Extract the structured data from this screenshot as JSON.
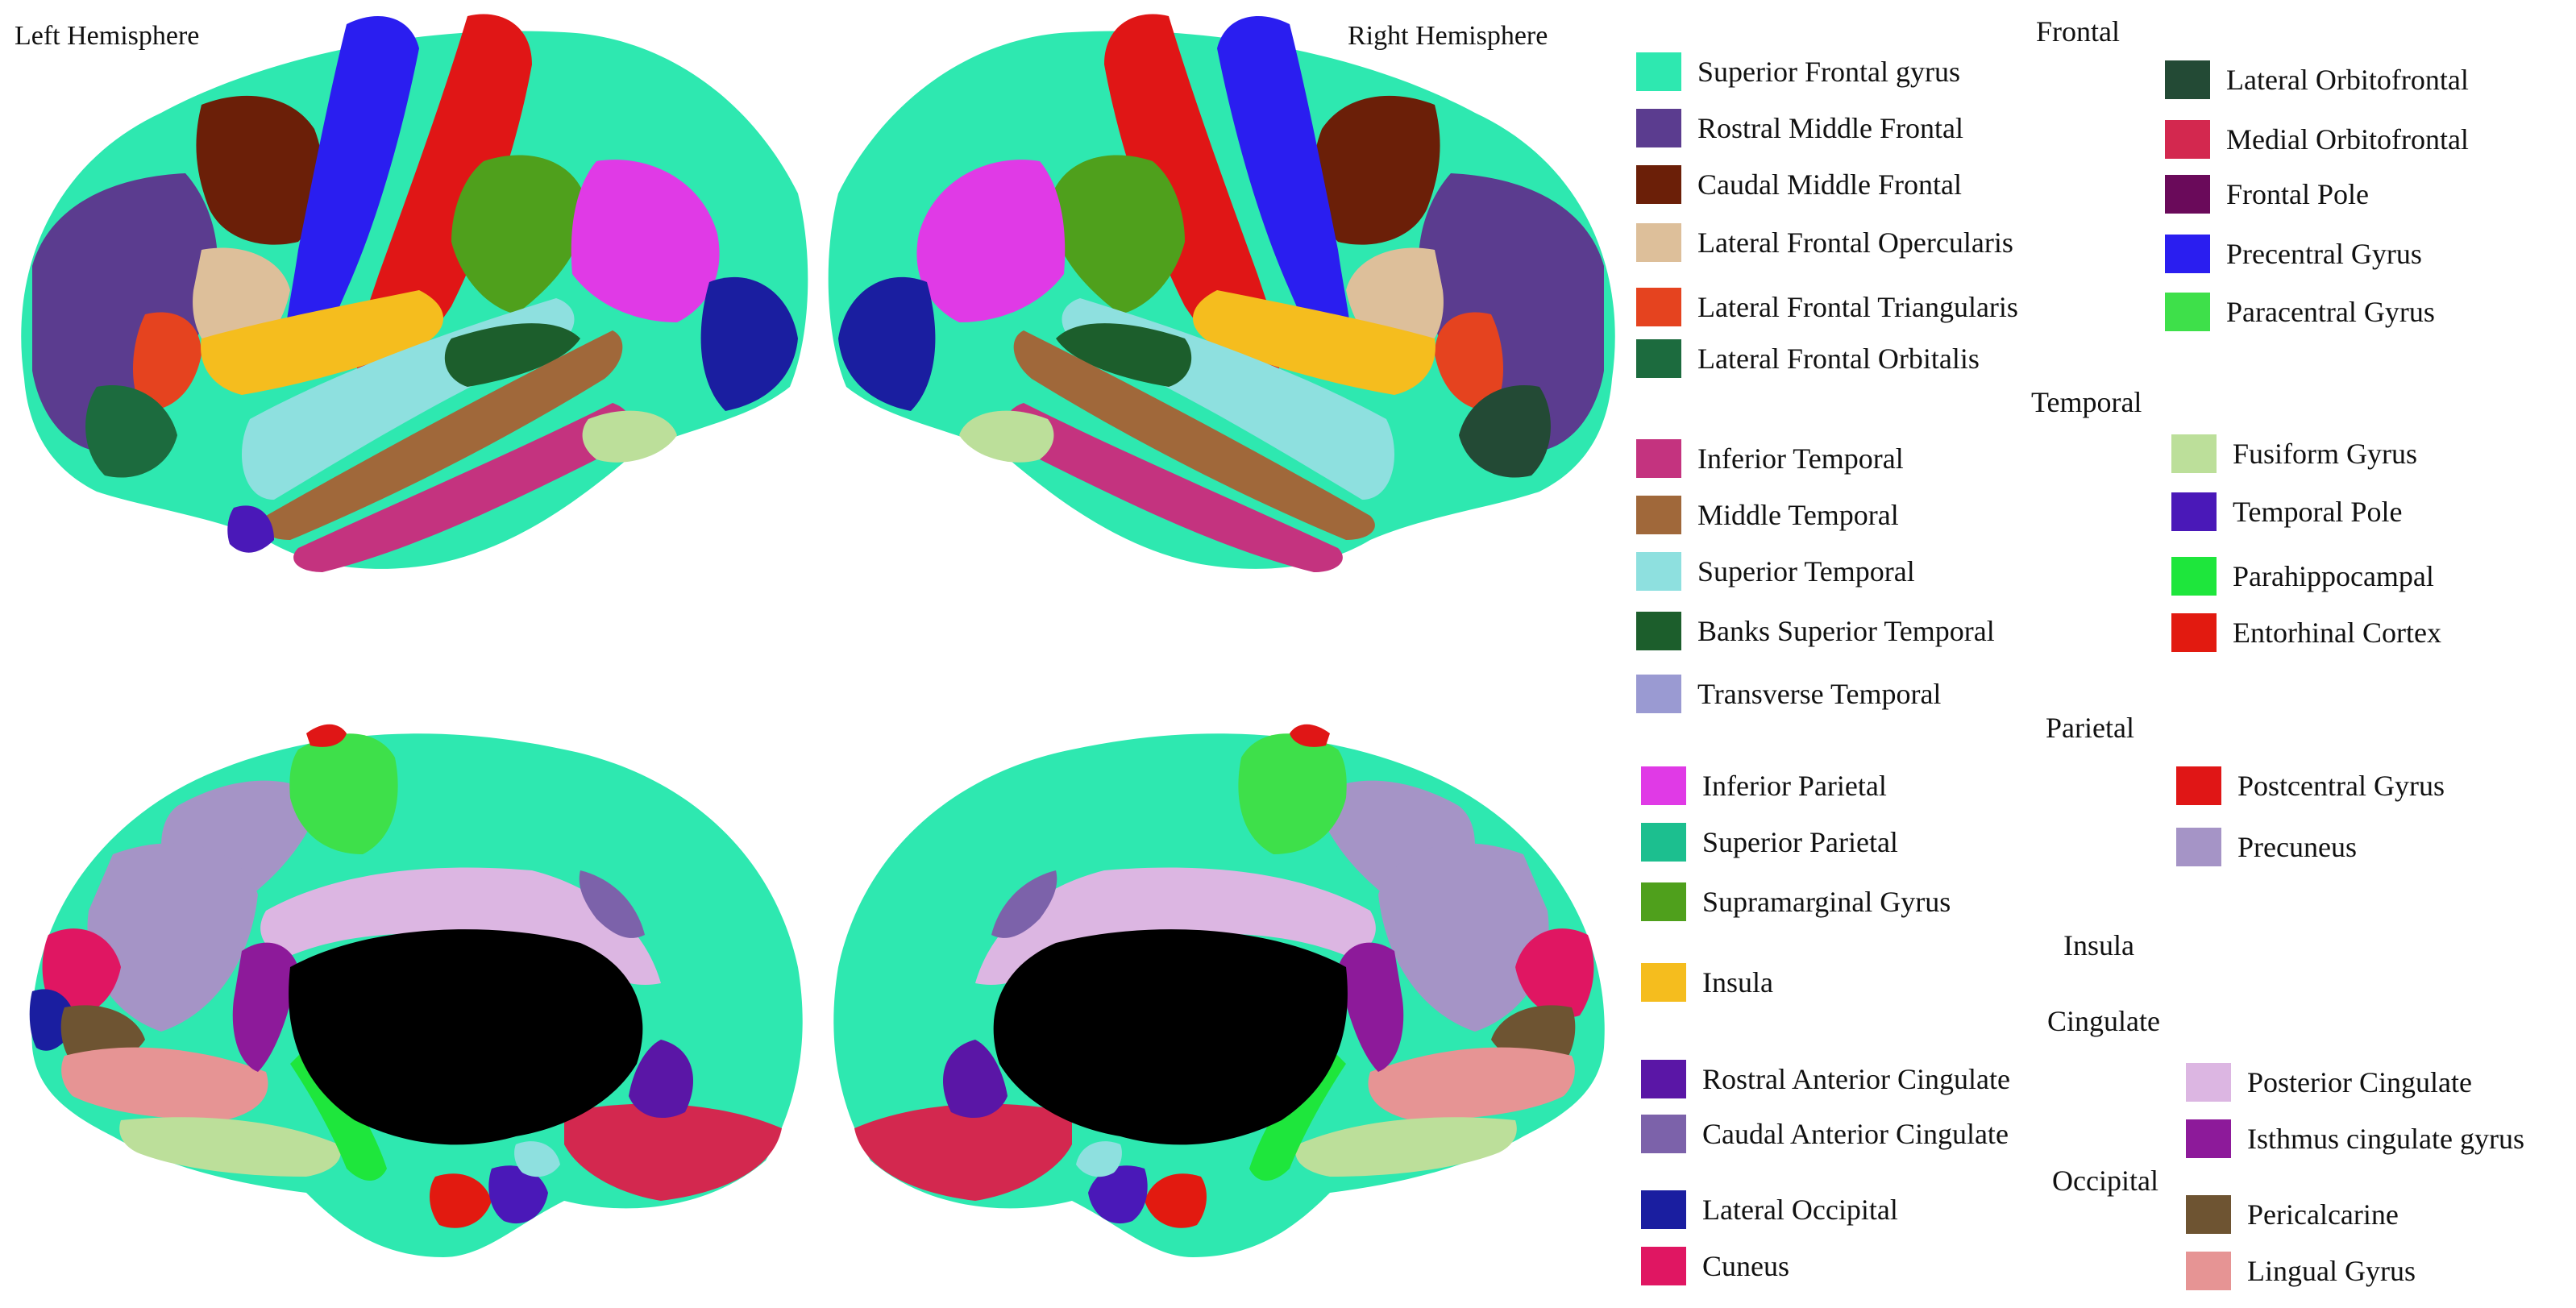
{
  "hemispheres": {
    "left": "Left Hemisphere",
    "right": "Right Hemisphere"
  },
  "groups": {
    "frontal": "Frontal",
    "temporal": "Temporal",
    "parietal": "Parietal",
    "insula": "Insula",
    "cingulate": "Cingulate",
    "occipital": "Occipital"
  },
  "legend": [
    {
      "label": "Superior Frontal gyrus",
      "color": "#2ee8b0"
    },
    {
      "label": "Rostral Middle Frontal",
      "color": "#5b3c8f"
    },
    {
      "label": "Caudal Middle Frontal",
      "color": "#6b1f08"
    },
    {
      "label": "Lateral Frontal Opercularis",
      "color": "#ddbf9a"
    },
    {
      "label": "Lateral Frontal Triangularis",
      "color": "#e5431f"
    },
    {
      "label": "Lateral Frontal Orbitalis",
      "color": "#1c6b3e"
    },
    {
      "label": "Lateral Orbitofrontal",
      "color": "#234a35"
    },
    {
      "label": "Medial Orbitofrontal",
      "color": "#d3284f"
    },
    {
      "label": "Frontal Pole",
      "color": "#6a0a5a"
    },
    {
      "label": "Precentral Gyrus",
      "color": "#2a1ef0"
    },
    {
      "label": "Paracentral Gyrus",
      "color": "#3ee04a"
    },
    {
      "label": "Inferior Temporal",
      "color": "#c4337f"
    },
    {
      "label": "Middle Temporal",
      "color": "#a0683a"
    },
    {
      "label": "Superior Temporal",
      "color": "#8ee0df"
    },
    {
      "label": "Banks Superior Temporal",
      "color": "#1c5e2c"
    },
    {
      "label": "Transverse Temporal",
      "color": "#9a9ad2"
    },
    {
      "label": "Fusiform Gyrus",
      "color": "#bcdf9a"
    },
    {
      "label": "Temporal Pole",
      "color": "#4a18b8"
    },
    {
      "label": "Parahippocampal",
      "color": "#1ee63c"
    },
    {
      "label": "Entorhinal Cortex",
      "color": "#e21a10"
    },
    {
      "label": "Inferior Parietal",
      "color": "#e03ae6"
    },
    {
      "label": "Superior Parietal",
      "color": "#1cbf8f"
    },
    {
      "label": "Supramarginal Gyrus",
      "color": "#4fa01c"
    },
    {
      "label": "Postcentral Gyrus",
      "color": "#e01616"
    },
    {
      "label": "Precuneus",
      "color": "#a594c6"
    },
    {
      "label": "Insula",
      "color": "#f5bd1e"
    },
    {
      "label": "Rostral Anterior Cingulate",
      "color": "#5a16a6"
    },
    {
      "label": "Caudal Anterior Cingulate",
      "color": "#7c62aa"
    },
    {
      "label": "Posterior Cingulate",
      "color": "#dcb6e2"
    },
    {
      "label": "Isthmus cingulate gyrus",
      "color": "#8d1a9a"
    },
    {
      "label": "Lateral Occipital",
      "color": "#1a1ea0"
    },
    {
      "label": "Cuneus",
      "color": "#e01662"
    },
    {
      "label": "Pericalcarine",
      "color": "#6e5432"
    },
    {
      "label": "Lingual Gyrus",
      "color": "#e69494"
    }
  ]
}
